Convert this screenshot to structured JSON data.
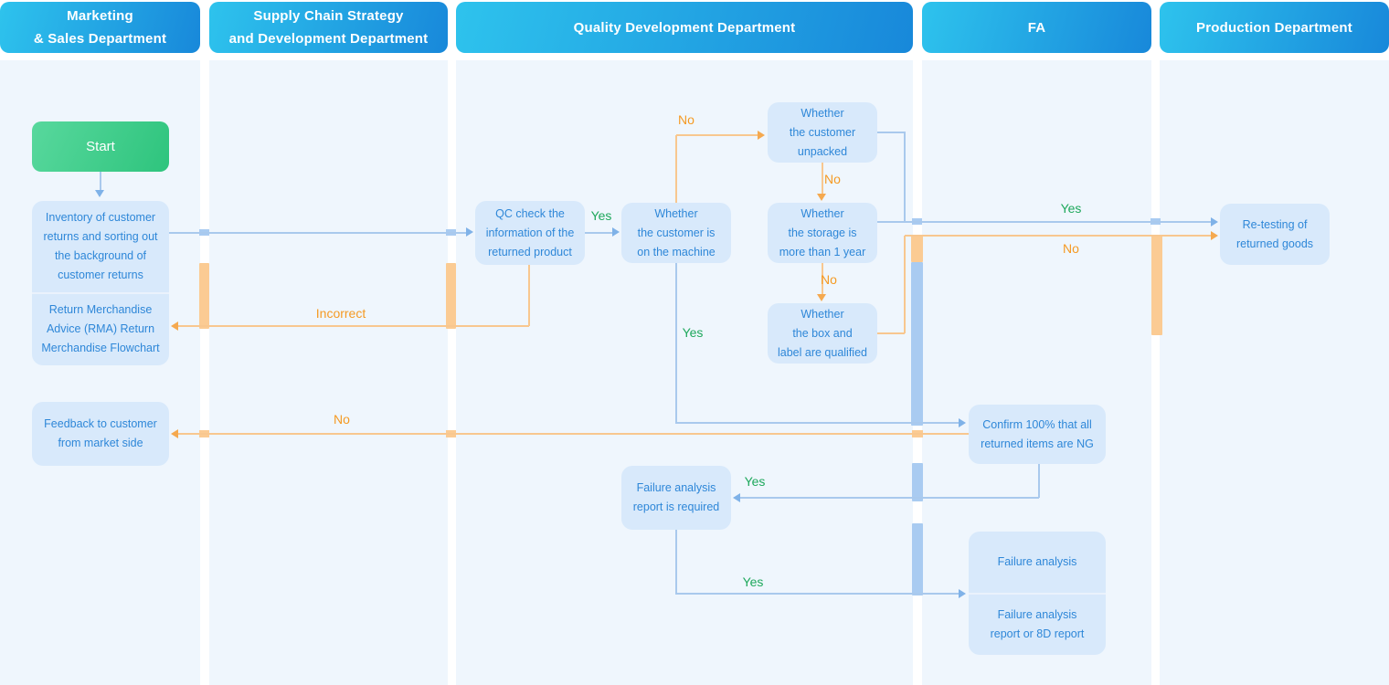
{
  "lanes": [
    {
      "label": "Marketing\n& Sales Department"
    },
    {
      "label": "Supply Chain Strategy\nand Development Department"
    },
    {
      "label": "Quality Development Department"
    },
    {
      "label": "FA"
    },
    {
      "label": "Production Department"
    }
  ],
  "nodes": {
    "start": {
      "label": "Start"
    },
    "inventory": {
      "label": "Inventory of customer\nreturns and sorting out\nthe background of\ncustomer returns"
    },
    "rma": {
      "label": "Return Merchandise\nAdvice (RMA) Return\nMerchandise Flowchart"
    },
    "feedback": {
      "label": "Feedback to customer\nfrom market side"
    },
    "qc_check": {
      "label": "QC check the\ninformation of the\nreturned product"
    },
    "on_machine": {
      "label": "Whether\nthe customer is\non the machine"
    },
    "unpacked": {
      "label": "Whether\nthe customer\nunpacked"
    },
    "storage": {
      "label": "Whether\nthe storage is\nmore than 1 year"
    },
    "box_label": {
      "label": "Whether\nthe box and\nlabel are qualified"
    },
    "confirm_ng": {
      "label": "Confirm 100% that all\nreturned items are NG"
    },
    "fa_required": {
      "label": "Failure analysis\nreport is required"
    },
    "failure_analysis": {
      "label": "Failure analysis"
    },
    "fa_report": {
      "label": "Failure analysis\nreport or 8D report"
    },
    "retest": {
      "label": "Re-testing of\nreturned goods"
    }
  },
  "edge_labels": {
    "qc_yes": "Yes",
    "machine_no": "No",
    "unpacked_no": "No",
    "storage_no": "No",
    "boxlabel_no": "No",
    "retest_yes": "Yes",
    "machine_yes": "Yes",
    "incorrect": "Incorrect",
    "confirm_no": "No",
    "confirm_yes": "Yes",
    "fareq_yes": "Yes"
  },
  "colors": {
    "header_gradient_start": "#2EC3ED",
    "header_gradient_end": "#1888DA",
    "start_gradient_start": "#58D89D",
    "start_gradient_end": "#2EC47D",
    "node_fill": "#D8E9FB",
    "node_text": "#2E87D8",
    "lane_bg": "#EFF6FD",
    "flow_blue": "#A9C9ED",
    "flow_orange": "#F8C78F",
    "label_yes": "#1EA85C",
    "label_no": "#F59A23"
  }
}
